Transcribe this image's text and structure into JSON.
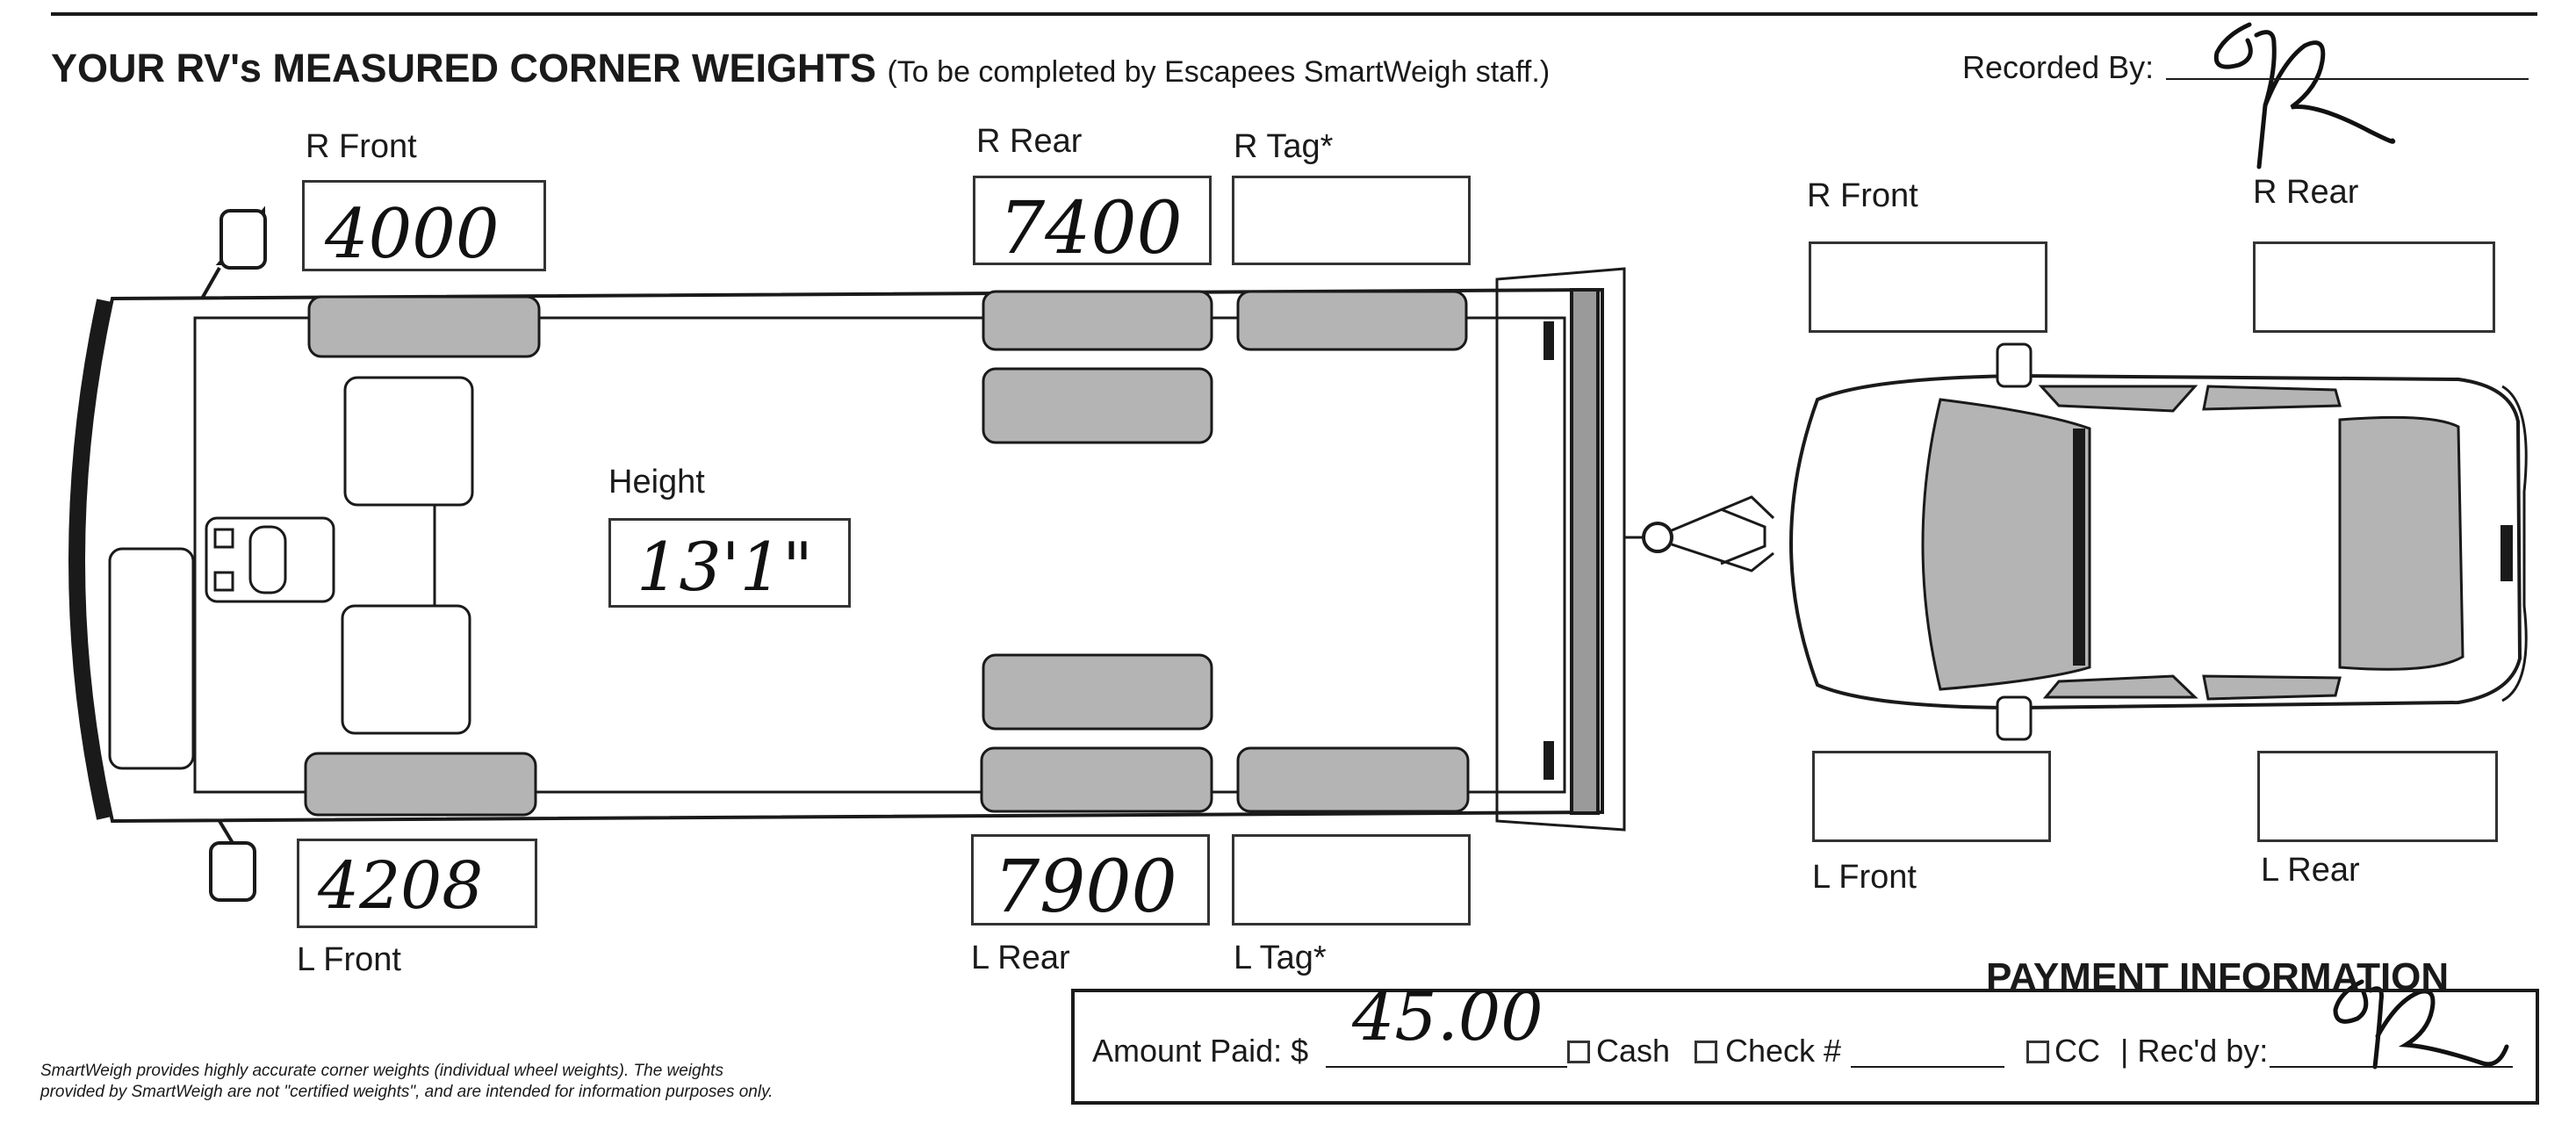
{
  "header": {
    "title": "YOUR RV's MEASURED CORNER WEIGHTS",
    "subtitle": "(To be completed by Escapees SmartWeigh staff.)",
    "recorded_by_label": "Recorded By:"
  },
  "rv": {
    "r_front_label": "R Front",
    "r_front_value": "4000",
    "r_rear_label": "R Rear",
    "r_rear_value": "7400",
    "r_tag_label": "R Tag*",
    "r_tag_value": "",
    "l_front_label": "L Front",
    "l_front_value": "4208",
    "l_rear_label": "L Rear",
    "l_rear_value": "7900",
    "l_tag_label": "L Tag*",
    "l_tag_value": "",
    "height_label": "Height",
    "height_value": "13'1\""
  },
  "towed": {
    "r_front_label": "R Front",
    "r_rear_label": "R Rear",
    "l_front_label": "L Front",
    "l_rear_label": "L Rear",
    "r_front_value": "",
    "r_rear_value": "",
    "l_front_value": "",
    "l_rear_value": ""
  },
  "payment": {
    "title": "PAYMENT INFORMATION",
    "amount_label": "Amount Paid: $",
    "amount_value": "45.00",
    "cash_label": "Cash",
    "check_label": "Check #",
    "cc_label": "CC",
    "recd_by_label": "| Rec'd by:"
  },
  "disclaimer": {
    "line1": "SmartWeigh provides highly accurate corner weights (individual wheel weights). The weights",
    "line2": "provided by SmartWeigh are not \"certified weights\", and are intended for information purposes only."
  },
  "colors": {
    "tire": "#b4b4b4",
    "ink": "#1a1a1a"
  }
}
